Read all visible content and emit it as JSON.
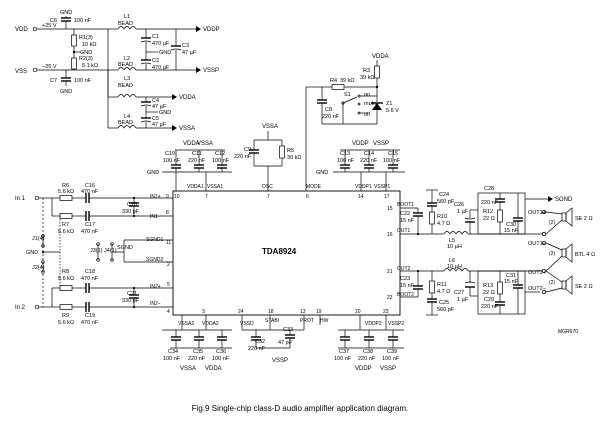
{
  "caption": "Fig.9 Single-chip class-D audio amplifier application diagram.",
  "doc_id": "MGR670",
  "chip": {
    "name": "TDA8924",
    "pins": [
      {
        "num": "10",
        "label": "VDDA1"
      },
      {
        "num": "12",
        "label": "VSSA1"
      },
      {
        "num": "7",
        "label": "OSC"
      },
      {
        "num": "6",
        "label": "MODE"
      },
      {
        "num": "14",
        "label": "VDDP1"
      },
      {
        "num": "17",
        "label": "VSSP1"
      },
      {
        "num": "9",
        "label": "IN1+"
      },
      {
        "num": "8",
        "label": "IN1−"
      },
      {
        "num": "11",
        "label": "SGND1"
      },
      {
        "num": "2",
        "label": "SGND2"
      },
      {
        "num": "5",
        "label": "IN2+"
      },
      {
        "num": "4",
        "label": "IN2−"
      },
      {
        "num": "15",
        "label": "BOOT1"
      },
      {
        "num": "16",
        "label": "OUT1"
      },
      {
        "num": "21",
        "label": "OUT2"
      },
      {
        "num": "22",
        "label": "BOOT2"
      },
      {
        "num": "3",
        "label": "VSSA2"
      },
      {
        "num": "1",
        "label": "VDDA2"
      },
      {
        "num": "24",
        "label": "VSSD"
      },
      {
        "num": "18",
        "label": "STABI"
      },
      {
        "num": "13",
        "label": "PROT"
      },
      {
        "num": "19",
        "label": "HW"
      },
      {
        "num": "20",
        "label": "VDDP2"
      },
      {
        "num": "23",
        "label": "VSSP2"
      }
    ]
  },
  "supply": {
    "vdd": "VDD",
    "vdd_v": "+25 V",
    "vss": "VSS",
    "vss_v": "−25 V",
    "gnd": "GND",
    "c6": "C6",
    "c6_val": "100 nF",
    "c7": "C7",
    "c7_val": "100 nF",
    "r1": "R1(3)",
    "r1_val": "10 kΩ",
    "r2": "R2(3)",
    "r2_val": "5.1 kΩ",
    "l1": "L1",
    "l2": "L2",
    "l3": "L3",
    "l4": "L4",
    "bead": "BEAD",
    "c1": "C1",
    "c1_val": "470 µF",
    "c2": "C2",
    "c2_val": "470 µF",
    "c3": "C3",
    "c3_val": "47 µF",
    "c4": "C4",
    "c4_val": "47 µF",
    "c5": "C5",
    "c5_val": "47 µF",
    "vddp": "VDDP",
    "vssp": "VSSP",
    "vdda": "VDDA",
    "vssa": "VSSA"
  },
  "mode": {
    "vdda": "VDDA",
    "r3": "R3",
    "r3_val": "39 kΩ",
    "r4": "R4",
    "r4_val": "39 kΩ",
    "s1": "S1",
    "on": "on",
    "mute": "mute",
    "off": "off",
    "c8": "C8",
    "c8_val": "220 nF",
    "z1": "Z1",
    "z1_val": "5.6 V"
  },
  "osc": {
    "vssa": "VSSA",
    "c9": "C9",
    "c9_val": "220 nF",
    "r5": "R5",
    "r5_val": "30 kΩ"
  },
  "top": {
    "vdda": "VDDA",
    "vssa": "VSSA",
    "gnd": "GND",
    "c10": "C10",
    "c10_val": "100 nF",
    "c11": "C11",
    "c11_val": "220 nF",
    "c12": "C12",
    "c12_val": "100 nF",
    "vddp": "VDDP",
    "vssp": "VSSP",
    "c13": "C13",
    "c13_val": "100 nF",
    "c14": "C14",
    "c14_val": "220 nF",
    "c15": "C15",
    "c15_val": "100 nF"
  },
  "inputs": {
    "in1": "In 1",
    "in2": "In 2",
    "j1": "J1(4)",
    "j2": "J2(4)",
    "j3": "J3(1)",
    "j4": "J4(1)",
    "sgnd": "SGND",
    "r6": "R6",
    "r6_val": "5.6 kΩ",
    "r7": "R7",
    "r7_val": "5.6 kΩ",
    "r8": "R8",
    "r8_val": "5.6 kΩ",
    "r9": "R9",
    "r9_val": "5.6 kΩ",
    "c16": "C16",
    "c16_val": "470 nF",
    "c17": "C17",
    "c17_val": "470 nF",
    "c18": "C18",
    "c18_val": "470 nF",
    "c19": "C19",
    "c19_val": "470 nF",
    "c20": "C20",
    "c20_val": "330 pF",
    "c21": "C21",
    "c21_val": "330 pF"
  },
  "outputs": {
    "c22": "C22",
    "c22_val": "15 nF",
    "c23": "C23",
    "c23_val": "15 nF",
    "c24": "C24",
    "c24_val": "560 pF",
    "c25": "C25",
    "c25_val": "560 pF",
    "r10": "R10",
    "r10_val": "4.7 Ω",
    "r11": "R11",
    "r11_val": "4.7 Ω",
    "l5": "L5",
    "l5_val": "10 µH",
    "l6": "L6",
    "l6_val": "10 µH",
    "c26": "C26",
    "c26_val": "1 µF",
    "c27": "C27",
    "c27_val": "1 µF",
    "c28": "C28",
    "c28_val": "220 nF",
    "c29": "C29",
    "c29_val": "220 nF",
    "r12": "R12",
    "r12_val": "22 Ω",
    "r13": "R13",
    "r13_val": "22 Ω",
    "c30": "C30",
    "c30_val": "15 nF",
    "c31": "C31",
    "c31_val": "15 nF",
    "sgnd": "SGND",
    "out1p": "OUT1+",
    "out1m": "OUT1−",
    "out2p": "OUT2+",
    "out2m": "OUT2−",
    "se1": "SE 2 Ω",
    "btl": "BTL 4 Ω",
    "se2": "SE 2 Ω",
    "n2a": "(2)",
    "n2b": "(2)",
    "n2c": "(2)"
  },
  "bottom": {
    "c34": "C34",
    "c34_val": "100 nF",
    "c35": "C35",
    "c35_val": "220 nF",
    "c36": "C36",
    "c36_val": "100 nF",
    "vssa": "VSSA",
    "vdda": "VDDA",
    "c32": "C32",
    "c32_val": "220 nF",
    "c33": "C33",
    "c33_val": "47 pF",
    "vssp": "VSSP",
    "c37": "C37",
    "c37_val": "100 nF",
    "c38": "C38",
    "c38_val": "220 nF",
    "c39": "C39",
    "c39_val": "100 nF",
    "vddp": "VDDP",
    "vssp2": "VSSP"
  }
}
